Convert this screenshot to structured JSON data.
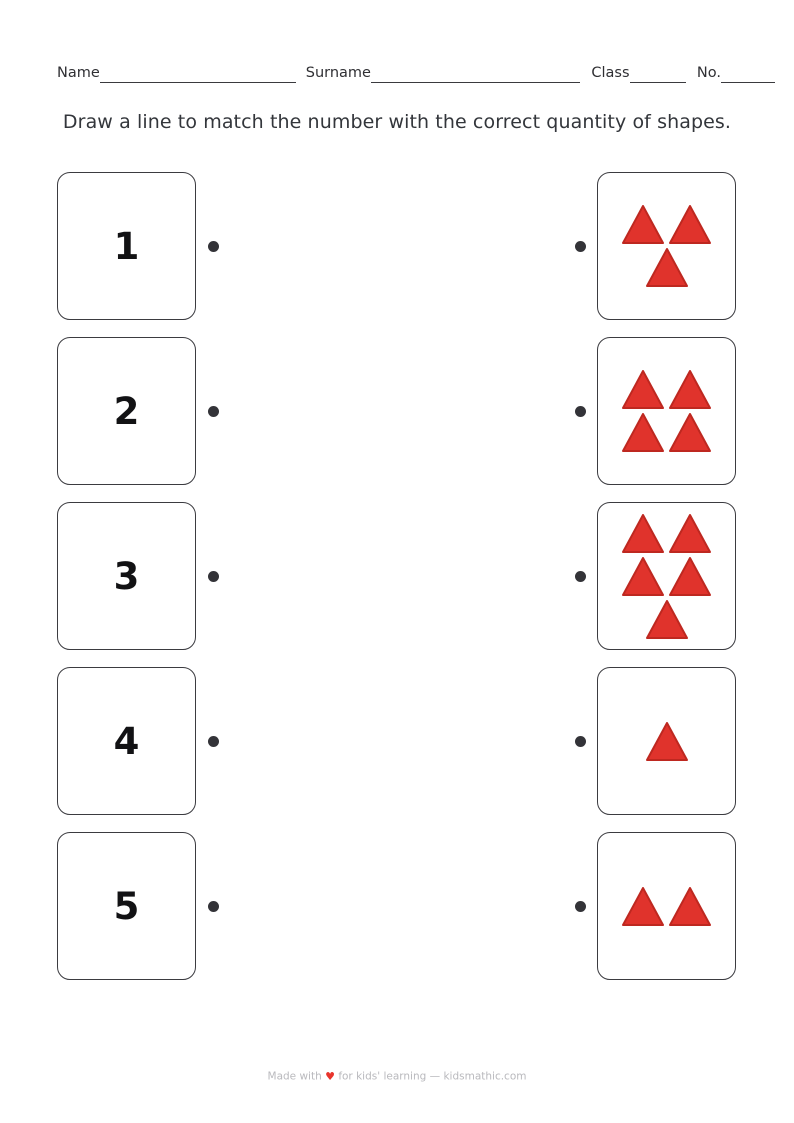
{
  "header": {
    "fields": [
      {
        "label": "Name"
      },
      {
        "label": "Surname"
      },
      {
        "label": "Class"
      },
      {
        "label": "No."
      }
    ]
  },
  "instruction": "Draw a line to match the number with the correct quantity of shapes.",
  "exercise": {
    "shape_type": "triangle",
    "shape_fill": "#E0332C",
    "shape_stroke": "#BE2820",
    "dot_color": "#333338",
    "rows": [
      {
        "number": "1",
        "shape_count": 3
      },
      {
        "number": "2",
        "shape_count": 4
      },
      {
        "number": "3",
        "shape_count": 5
      },
      {
        "number": "4",
        "shape_count": 1
      },
      {
        "number": "5",
        "shape_count": 2
      }
    ]
  },
  "footer": {
    "prefix": "Made with",
    "heart": "♥",
    "suffix": "for kids' learning — kidsmathic.com"
  }
}
